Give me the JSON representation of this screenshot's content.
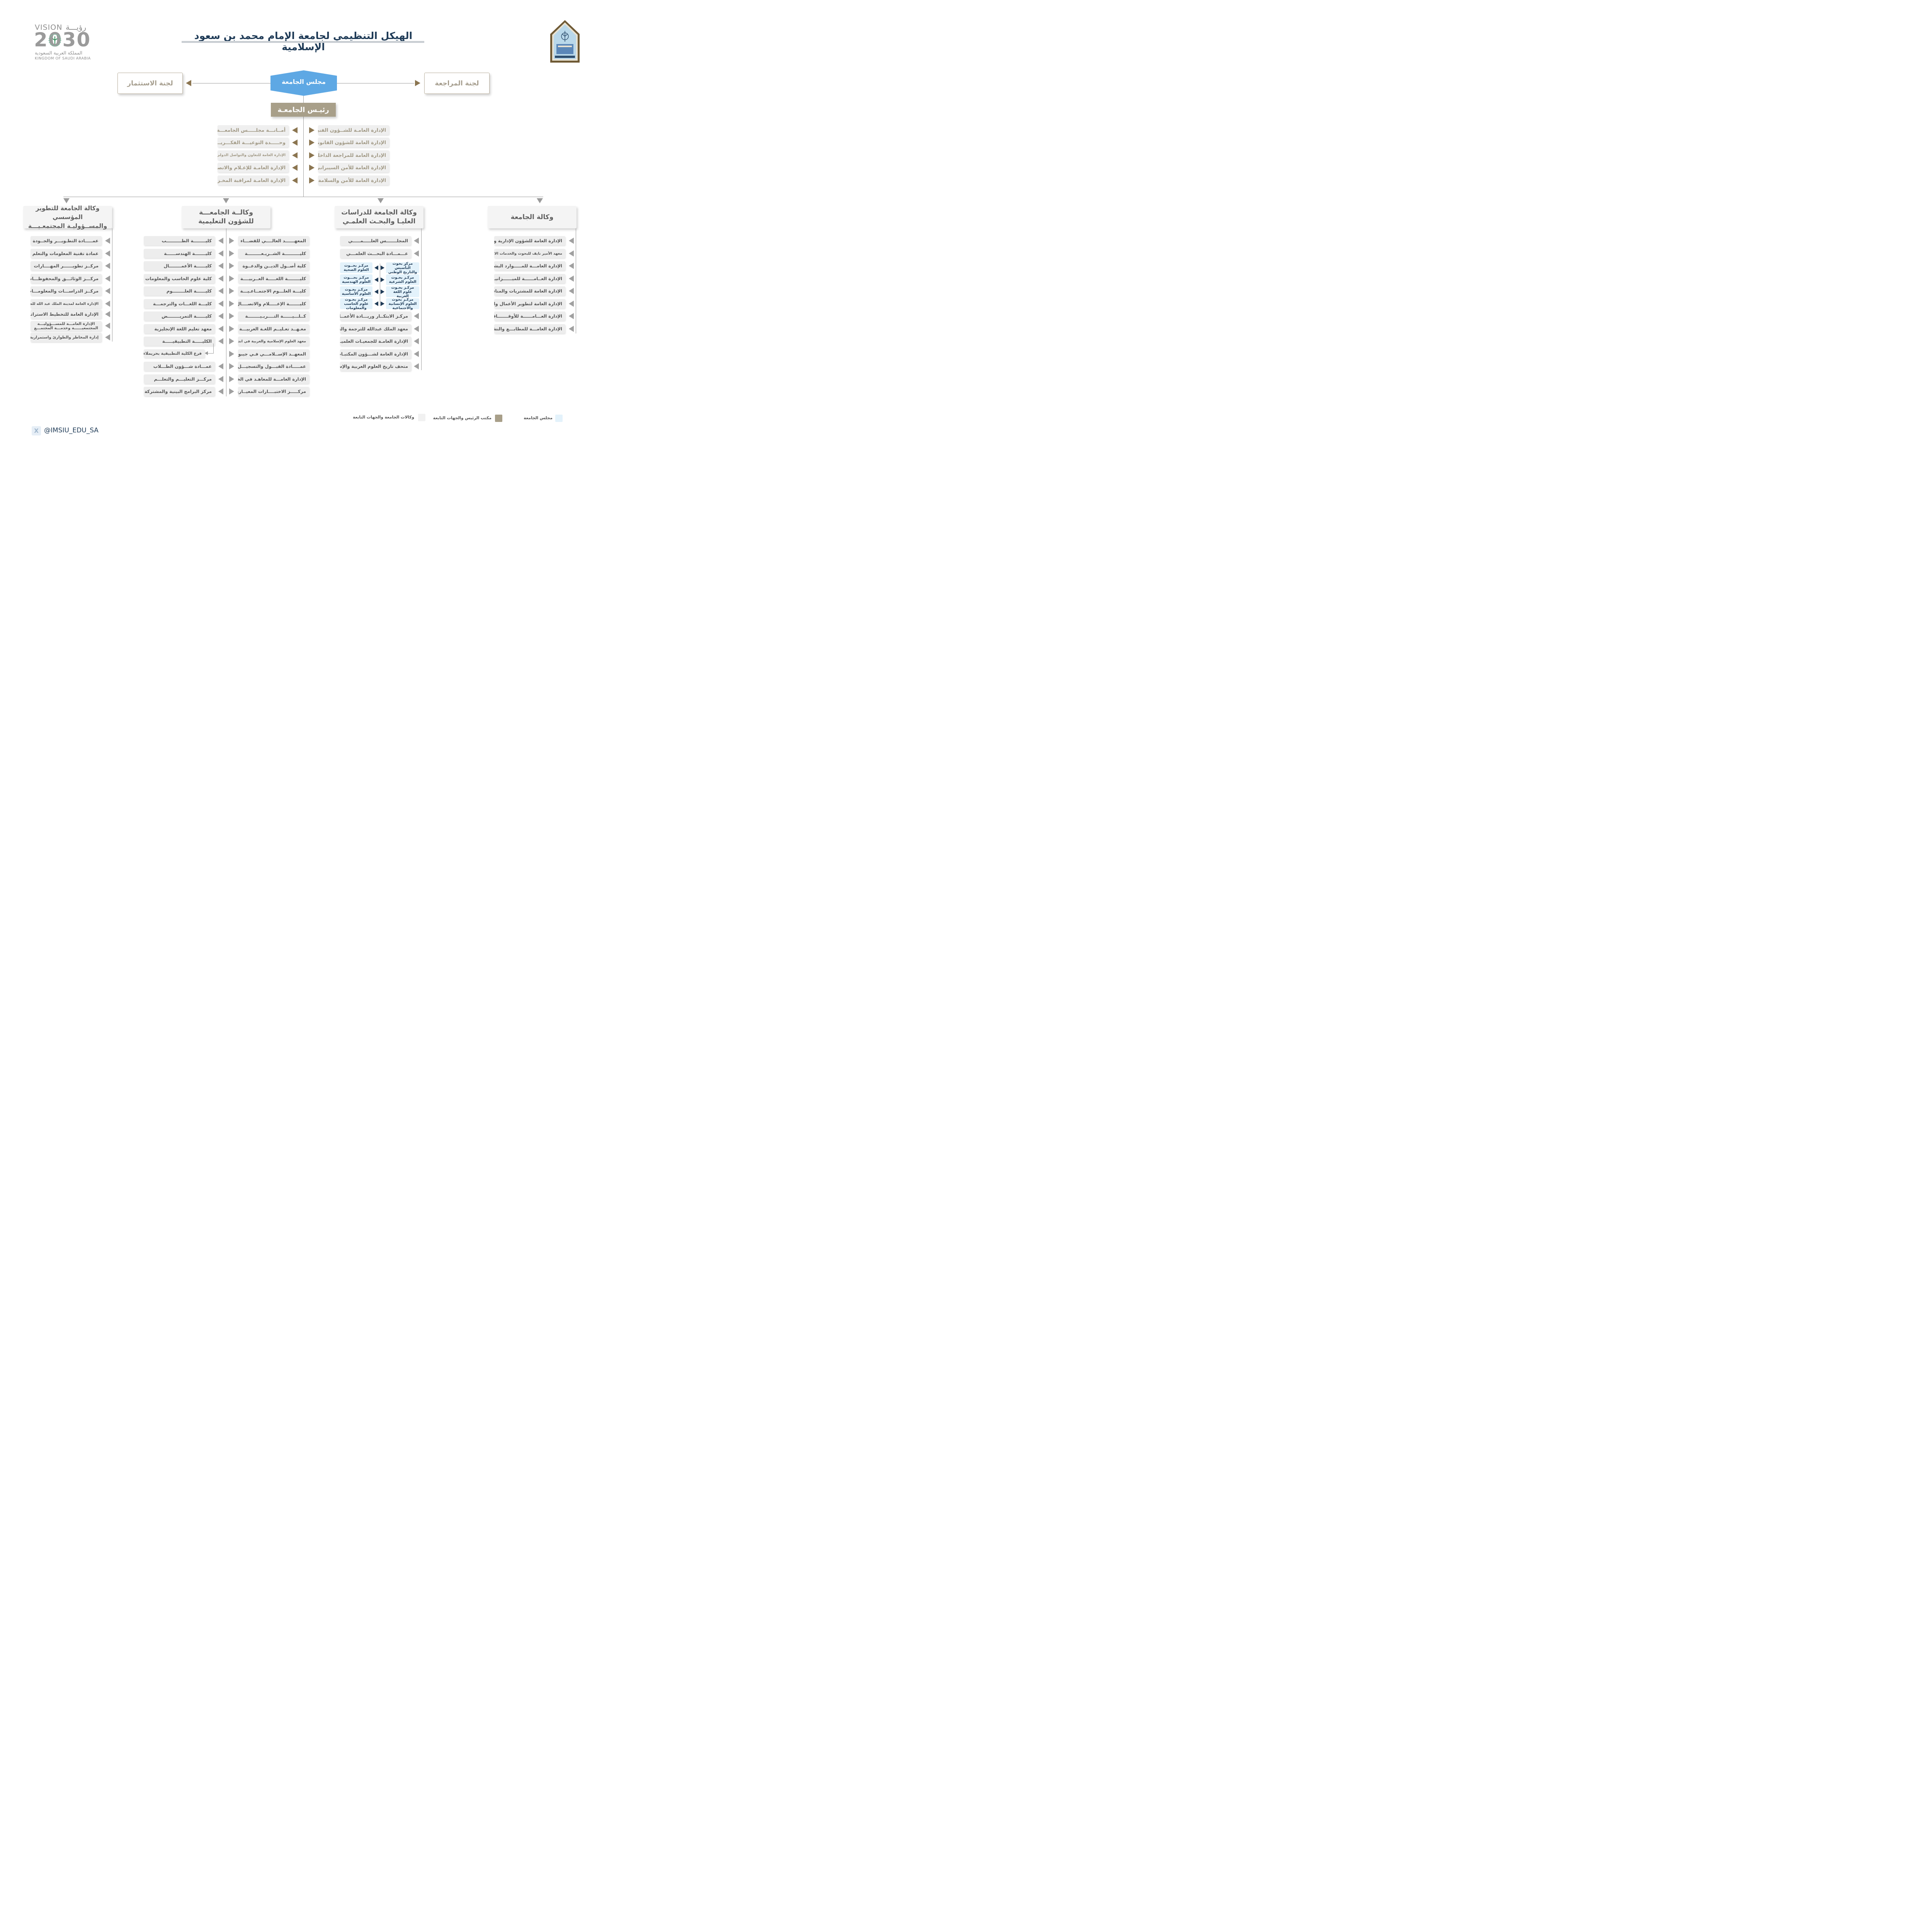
{
  "title": "الهيكل التنظيمي لجامعة الإمام محمد بن سعود الإسلامية",
  "vision": {
    "arabic_top": "رؤيـــة",
    "english_top": "VISION",
    "year": "2030",
    "arabic_country": "المملكة العربية السعودية",
    "english_country": "KINGDOM OF SAUDI ARABIA"
  },
  "logo": {
    "name": "university-logo",
    "colors": {
      "frame": "#6f5a35",
      "fill": "#b9d8ea"
    }
  },
  "top": {
    "council": "مجلس الجامعة",
    "audit_committee": "لجنة المراجعة",
    "investment_committee": "لجنة الاستثمار",
    "president": "رئيـس الجامعـة"
  },
  "president_office": {
    "right": [
      "الإدارة العامـة للشــؤون الفنيـة",
      "الإدارة العامة للشؤون القانونية",
      "الإدارة العامة للمراجعة الداخلية",
      "الإدارة العامة للأمن السيبراني",
      "الإدارة العامة للأمن والسلامة"
    ],
    "left": [
      "أمــانـــة مجلـــــس الجامعـــة",
      "وحـــــدة التوعيـــة الفكـــريـــة",
      "الإدارة العامة للتعاون والتواصل الدولي",
      "الإدارة العامـة للإعـلام والاتصــال",
      "الإدارة العامـة لمراقبة المخـزون"
    ]
  },
  "agencies": {
    "university": {
      "title": "وكالة الجامعة",
      "items": [
        "الإدارة العامة للشؤون الإدارية والمالية",
        "معهد الأمير نايف للبحوث والخدمات الاستشارية",
        "الإدارة العامـــة للمـــــوارد البشـريـــة",
        "الإدارة العــامــــــة للميــــــزانيــــة",
        "الإدارة العامة للمشتريات والمنافسات",
        "الإدارة العامة لتطوير الأعمال والاستثمار",
        "الإدارة العـــامــــــة للأوقـــــــاف",
        "الإدارة العامـــة للمطابـــع والنشـــر"
      ]
    },
    "graduate": {
      "title_line1": "وكالة الجامعة للدراسات",
      "title_line2": "العليـا والبحـث العلمـي",
      "items_top": [
        "المجلـــــــس العلـــــمـــــي",
        "عـــمـــادة البحـــث العلمـــي"
      ],
      "research_centers_right": [
        "مركز بحوث التأسيس والتاريخ الوطني",
        "مركـز بحـوث العلوم الشرعية",
        "مركـز بحـوث علوم اللغة العربية",
        "مركـز بحوث العلوم الإنسانية والاجتماعية"
      ],
      "research_centers_left": [
        "مركـز بحــوث العلوم الصحية",
        "مركـز بحـــوث العلوم الهندسية",
        "مركـز بحـوث العلوم الأساسية",
        "مركـز بحـوث علوم الحاسب والمعلومات"
      ],
      "items_bottom": [
        "مركـز الابتكــار وريـــادة الأعمــال",
        "معهد الملك عبدالله للترجمة والتعريب",
        "الإدارة العامـة للجمعيـات العلميـة",
        "الإدارة العامة لشـــؤون المكتبـات",
        "متحف تاريخ العلوم العربية والإسلامية"
      ]
    },
    "education": {
      "title_line1": "وكالــة الجامعـــة",
      "title_line2": "للشؤون التعليمية",
      "right": [
        "المعهــــــد العالــــي للقضـــاء",
        "كليــــــــــة الشــريـعـــــــــة",
        "كلية أصــول الديــن والدعــوة",
        "كليــــــــة اللغـــــة العــربيــــة",
        "كليـــة العلـــوم الاجتمــاعـيـــة",
        "كليـــــــة الإعـــــلام والاتصــــال",
        "كــلـــيــــــة التــــربـيــــــــة",
        "معـهــد تعـليــم اللغـة العربيـــة",
        "معهد العلوم الإسلامية والعربية في اندونيسيا",
        "المعهــد الإســلامـــي فـي جيبوتــي",
        "عمـــــادة القبـــول والتسجيـــل",
        "الإدارة العامـــة للمعاهـد في الخـارج",
        "مركـــــز الاختبــــارات المعيــاريـــة"
      ],
      "left": [
        "كليــــــــة الطــــــــــب",
        "كليـــــــة الهندســــــة",
        "كليــــــة الأعمــــــــال",
        "كلية علوم الحاسب والمعلومات",
        "كليــــــة العلــــــــوم",
        "كليـــة اللغـــات والترجمـــة",
        "كليــــــة التمريــــــــض",
        "معهد تعليم اللغة الإنجليزية",
        "الكليـــــة التطبيقيـــــة",
        "فرع الكلية التطبيقية بحريملاء",
        "عمـــادة شـــؤون الطـــلاب",
        "مركـــز التعليـــم والتعلـــم",
        "مركز البرامج البينية والمشتركة"
      ]
    },
    "development": {
      "title_line1": "وكالة الجامعة للتطوير المؤسسي",
      "title_line2": "والمســؤوليـة المجتمعـيـــة",
      "items": [
        "عمـــــادة التطـويـــر والجــودة",
        "عمادة تقنية المعلومات والتعلم الإلكتروني",
        "مركــز تطويــــــر المهــــارات",
        "مركـــز الوثائـــق والمحفوظـــات",
        "مركــز الدراســـات والمعلومـــات",
        "الإدارة العامة لمدينة الملك عبد الله للطالبات",
        "الإدارة العامة للتخطيط الاستراتيجــي",
        "الإدارة العامـــة للمســـؤوليـــة المجتمعيــــــة وخدمـــة المجتمـــع",
        "إدارة المخاطر والطوارئ واستمرارية الأعمال"
      ]
    }
  },
  "legend": [
    {
      "label": "مجلس الجامعة",
      "color": "#e3f2fb"
    },
    {
      "label": "مكتب الرئيس والجهات التابعة",
      "color": "#a89f89"
    },
    {
      "label": "وكالات الجامعة والجهات التابعة",
      "color": "#f1f1f1"
    }
  ],
  "social": {
    "handle": "@IMSIU_EDU_SA",
    "icon": "x-icon"
  },
  "colors": {
    "navy": "#1f3b57",
    "blue": "#5ea8e4",
    "gold": "#a89f89",
    "arrow": "#8b7550"
  }
}
